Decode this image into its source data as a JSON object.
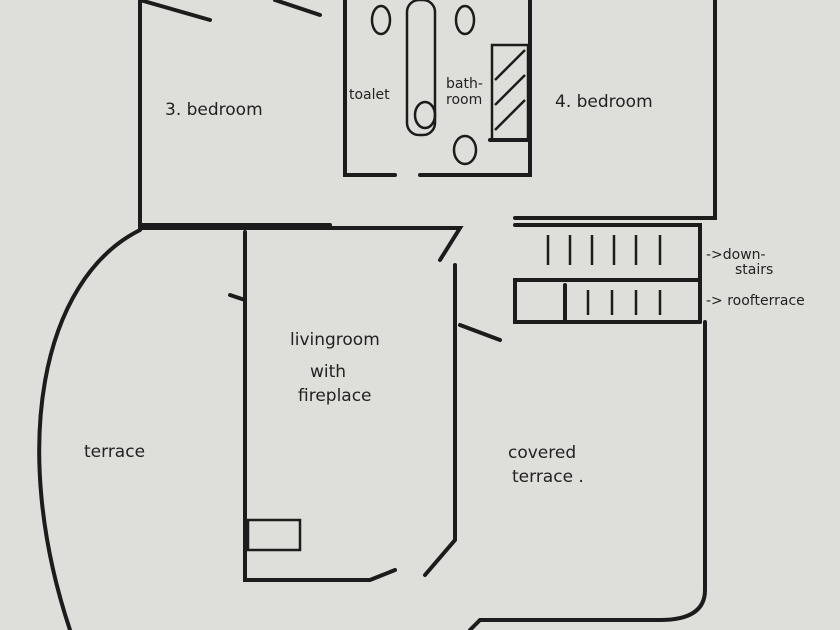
{
  "rooms": {
    "bedroom3": "3. bedroom",
    "toilet": "toalet",
    "bathroom_line1": "bath-",
    "bathroom_line2": "room",
    "bedroom4": "4. bedroom",
    "downstairs_line1": "->down-",
    "downstairs_line2": "stairs",
    "roofterrace": "-> roofterrace",
    "livingroom_line1": "livingroom",
    "livingroom_line2": "with",
    "livingroom_line3": "fireplace",
    "terrace": "terrace",
    "covered_line1": "covered",
    "covered_line2": "terrace ."
  }
}
